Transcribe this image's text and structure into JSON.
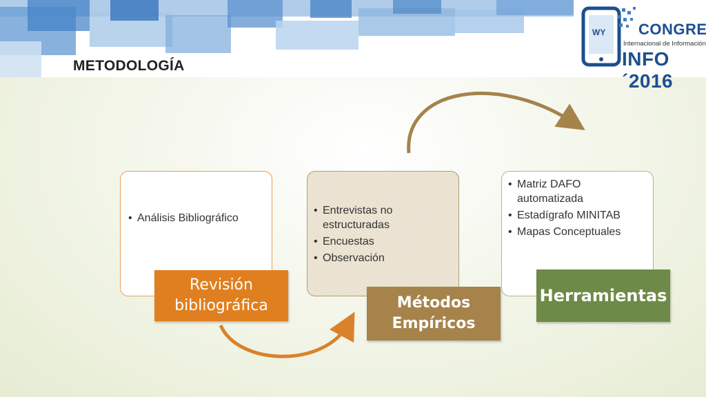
{
  "header": {
    "title": "METODOLOGÍA"
  },
  "logo": {
    "line1": "CONGRESO",
    "line2": "Internacional de Información",
    "line3": "INFO´2016",
    "badge": "WY"
  },
  "stages": [
    {
      "label": "Revisión bibliográfica",
      "items": [
        "Análisis Bibliográfico"
      ]
    },
    {
      "label": "Métodos Empíricos",
      "items": [
        "Entrevistas no estructuradas",
        "Encuestas",
        "Observación"
      ]
    },
    {
      "label": "Herramientas",
      "items": [
        "Matriz  DAFO automatizada",
        "Estadígrafo MINITAB",
        "Mapas Conceptuales"
      ]
    }
  ],
  "colors": {
    "stage1": "#e07f1f",
    "stage2": "#a5834b",
    "stage3": "#6e8a48",
    "logo_blue": "#1d4f8f"
  }
}
